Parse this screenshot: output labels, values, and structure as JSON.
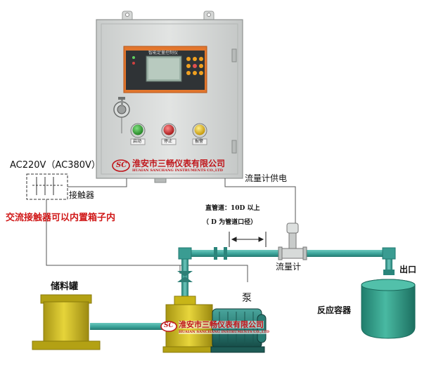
{
  "cabinet": {
    "panel_title": "智能定量控制仪",
    "buttons": [
      {
        "label": "启动",
        "color": "#2a9a2a"
      },
      {
        "label": "停止",
        "color": "#d02020"
      },
      {
        "label": "报警",
        "color": "#f0c010"
      }
    ],
    "brand_logo": "SC",
    "brand_cn": "淮安市三畅仪表有限公司",
    "brand_en": "HUAIAN SANCHANG INSTRUMENTS CO.,LTD"
  },
  "labels": {
    "power": "AC220V（AC380V）",
    "contactor": "接触器",
    "contactor_note": "交流接触器可以内置箱子内",
    "flowmeter_power": "流量计供电",
    "straight_pipe": "直管道：10D 以上",
    "pipe_diameter_note": "（ D 为管道口径）",
    "flowmeter": "流量计",
    "outlet": "出口",
    "storage_tank": "储料罐",
    "pump": "泵",
    "reactor": "反应容器"
  },
  "pump_brand": {
    "logo": "SC",
    "cn": "淮安市三畅仪表有限公司",
    "en": "HUAIAN SANCHANG INSTRUMENTS CO.,LTD"
  },
  "colors": {
    "cabinet": "#d6d9d8",
    "pipe": "#3ea69c",
    "tank": "#c9b418",
    "reactor": "#2f9b88",
    "motor": "#2a7c74",
    "brand_red": "#c0151a",
    "note_red": "#d01818"
  }
}
